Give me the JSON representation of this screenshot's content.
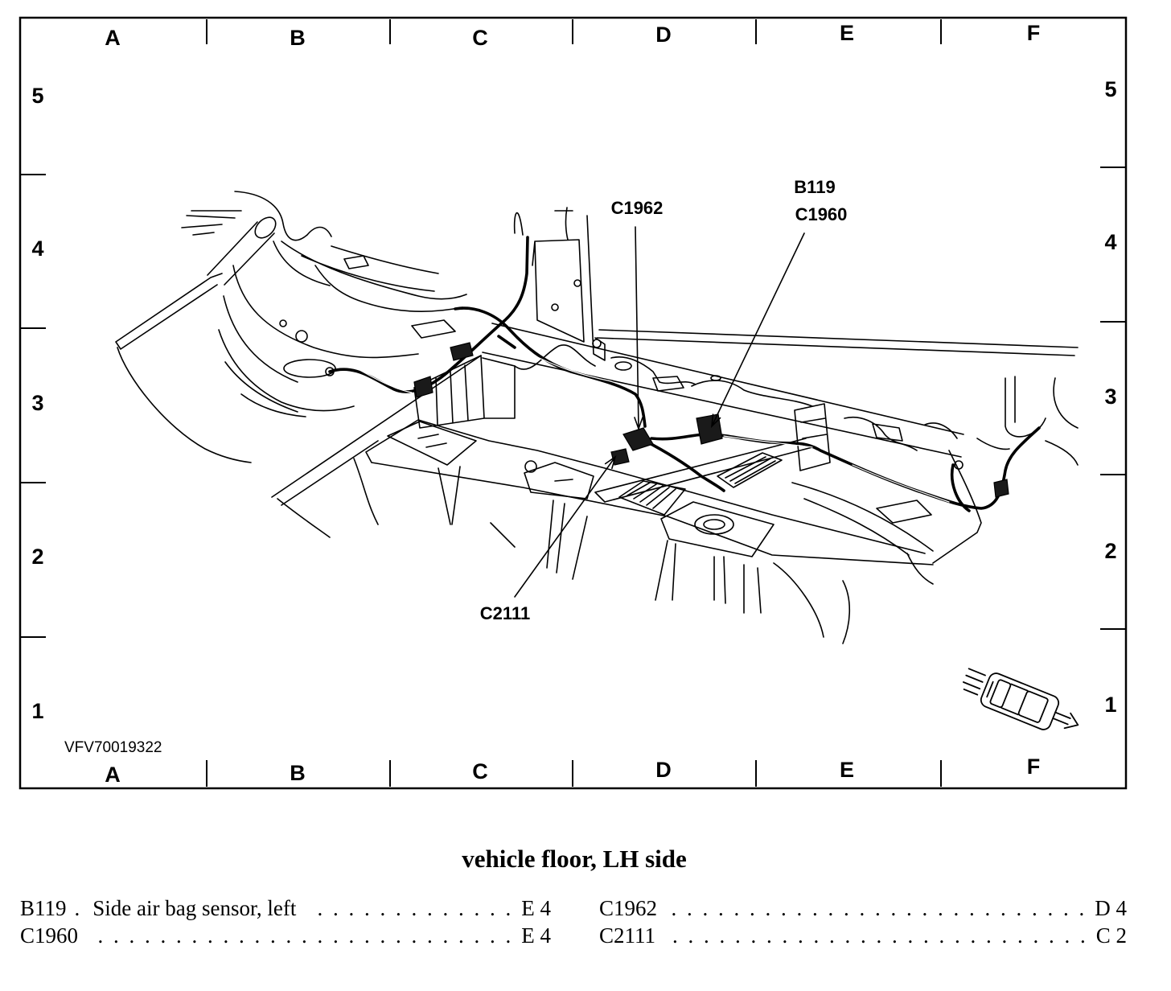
{
  "diagram": {
    "id": "VFV70019322",
    "grid": {
      "columns": [
        "A",
        "B",
        "C",
        "D",
        "E",
        "F"
      ],
      "rows": [
        "5",
        "4",
        "3",
        "2",
        "1"
      ]
    },
    "callouts": {
      "c1962": "C1962",
      "b119": "B119",
      "c1960": "C1960",
      "c2111": "C2111"
    },
    "orientation_icon": "car-direction-icon"
  },
  "caption": "vehicle floor, LH side",
  "legend": {
    "left": [
      {
        "code": "B119",
        "description": "Side air bag sensor, left",
        "location": "E 4"
      },
      {
        "code": "C1960",
        "location": "E 4"
      }
    ],
    "right": [
      {
        "code": "C1962",
        "location": "D 4"
      },
      {
        "code": "C2111",
        "location": "C 2"
      }
    ]
  }
}
